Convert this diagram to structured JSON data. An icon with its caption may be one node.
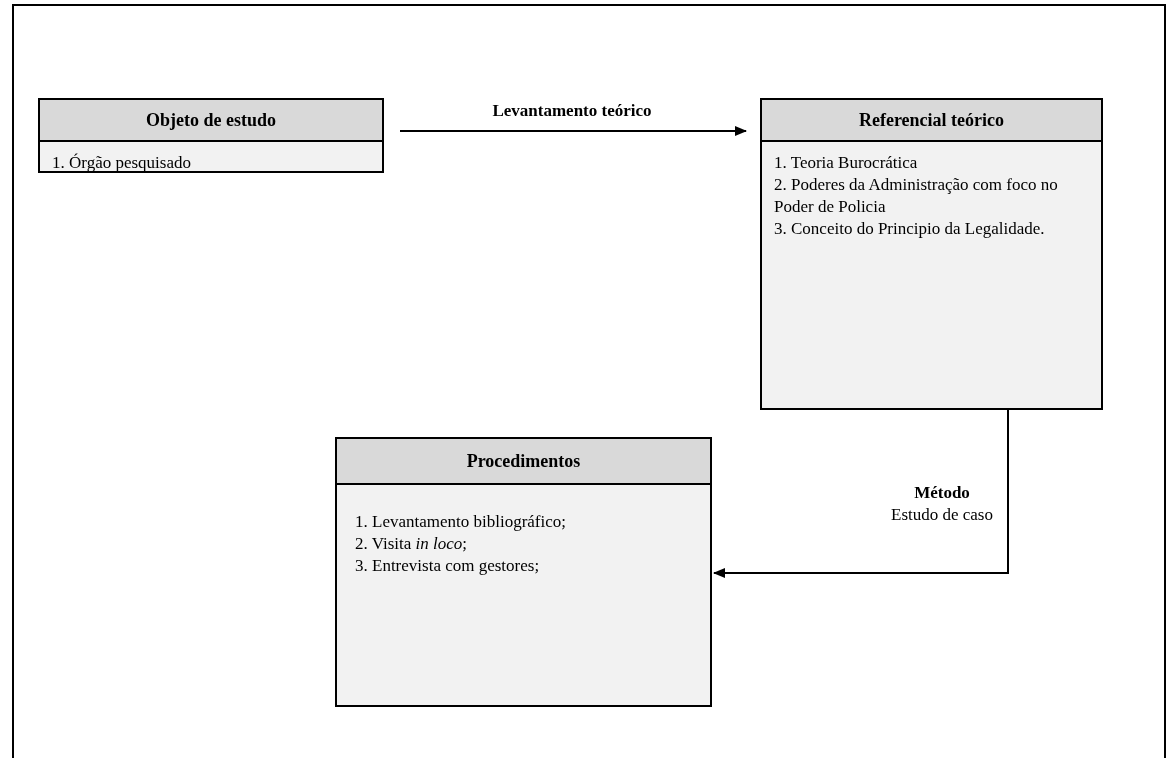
{
  "diagram": {
    "nodes": [
      {
        "text": [
          "Objeto de estudo",
          "1. Órgão pesquisado"
        ]
      },
      {
        "text": [
          "Referencial teórico",
          "1. Teoria Burocrática",
          "2. Poderes da Administração com foco no Poder de Policia",
          "3. Conceito do Principio da Legalidade."
        ]
      },
      {
        "text": [
          "Procedimentos",
          "1. Levantamento bibliográfico;",
          "2. Visita *in loco*;",
          "3. Entrevista com gestores;"
        ]
      }
    ],
    "edges": [
      {
        "from": 0,
        "to": 1,
        "arrow": "to",
        "label": "Levantamento teórico"
      },
      {
        "from": 1,
        "to": 2,
        "arrow": "to",
        "label": "**Método** Estudo de caso"
      }
    ]
  }
}
